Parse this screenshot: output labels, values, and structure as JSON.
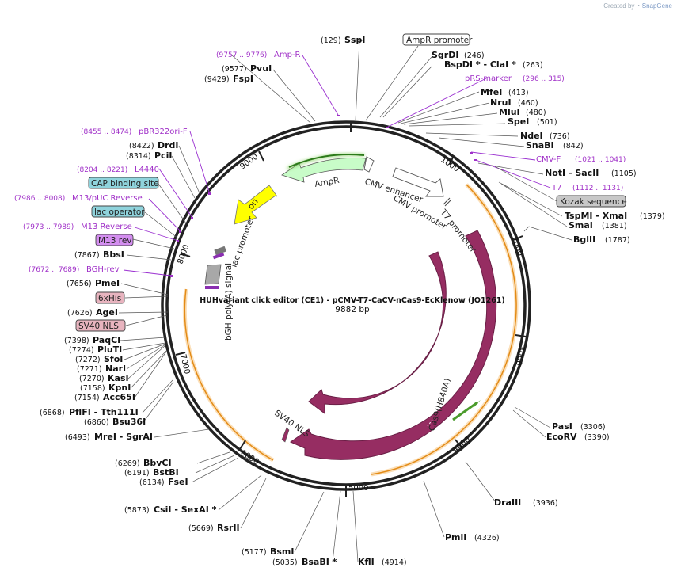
{
  "credit": {
    "prefix": "Created by",
    "brand": "SnapGene"
  },
  "plasmid": {
    "name": "HUHvariant click editor (CE1) - pCMV-T7-CaCV-nCas9-EcKlenow (JO1261)",
    "size_label": "9882 bp"
  },
  "ticks": [
    "1000",
    "2000",
    "3000",
    "4000",
    "5000",
    "6000",
    "7000",
    "8000",
    "9000"
  ],
  "enzymes": [
    {
      "name": "SspI",
      "pos": "(129)"
    },
    {
      "name": "SgrDI",
      "pos": "(246)"
    },
    {
      "name": "BspDI * - ClaI *",
      "pos": "(263)"
    },
    {
      "name": "MfeI",
      "pos": "(413)"
    },
    {
      "name": "NruI",
      "pos": "(460)"
    },
    {
      "name": "MluI",
      "pos": "(480)"
    },
    {
      "name": "SpeI",
      "pos": "(501)"
    },
    {
      "name": "NdeI",
      "pos": "(736)"
    },
    {
      "name": "SnaBI",
      "pos": "(842)"
    },
    {
      "name": "NotI - SacII",
      "pos": "(1105)"
    },
    {
      "name": "TspMI - XmaI",
      "pos": "(1379)"
    },
    {
      "name": "SmaI",
      "pos": "(1381)"
    },
    {
      "name": "BglII",
      "pos": "(1787)"
    },
    {
      "name": "PasI",
      "pos": "(3306)"
    },
    {
      "name": "EcoRV",
      "pos": "(3390)"
    },
    {
      "name": "DraIII",
      "pos": "(3936)"
    },
    {
      "name": "PmlI",
      "pos": "(4326)"
    },
    {
      "name": "KflI",
      "pos": "(4914)"
    },
    {
      "name": "BsaBI *",
      "pos": "(5035)"
    },
    {
      "name": "BsmI",
      "pos": "(5177)"
    },
    {
      "name": "RsrII",
      "pos": "(5669)"
    },
    {
      "name": "CsiI - SexAI *",
      "pos": "(5873)"
    },
    {
      "name": "FseI",
      "pos": "(6134)"
    },
    {
      "name": "BstBI",
      "pos": "(6191)"
    },
    {
      "name": "BbvCI",
      "pos": "(6269)"
    },
    {
      "name": "MreI - SgrAI",
      "pos": "(6493)"
    },
    {
      "name": "Bsu36I",
      "pos": "(6860)"
    },
    {
      "name": "PflFI - Tth111I",
      "pos": "(6868)"
    },
    {
      "name": "Acc65I",
      "pos": "(7154)"
    },
    {
      "name": "KpnI",
      "pos": "(7158)"
    },
    {
      "name": "KasI",
      "pos": "(7270)"
    },
    {
      "name": "NarI",
      "pos": "(7271)"
    },
    {
      "name": "SfoI",
      "pos": "(7272)"
    },
    {
      "name": "PluTI",
      "pos": "(7274)"
    },
    {
      "name": "PaqCI",
      "pos": "(7398)"
    },
    {
      "name": "AgeI",
      "pos": "(7626)"
    },
    {
      "name": "PmeI",
      "pos": "(7656)"
    },
    {
      "name": "BbsI",
      "pos": "(7867)"
    },
    {
      "name": "PciI",
      "pos": "(8314)"
    },
    {
      "name": "DrdI",
      "pos": "(8422)"
    },
    {
      "name": "FspI",
      "pos": "(9429)"
    },
    {
      "name": "PvuI",
      "pos": "(9577)"
    }
  ],
  "primers": [
    {
      "name": "Amp-R",
      "pos": "(9757 .. 9776)"
    },
    {
      "name": "pRS-marker",
      "pos": "(296 .. 315)"
    },
    {
      "name": "CMV-F",
      "pos": "(1021 .. 1041)"
    },
    {
      "name": "T7",
      "pos": "(1112 .. 1131)"
    },
    {
      "name": "pBR322ori-F",
      "pos": "(8455 .. 8474)"
    },
    {
      "name": "L4440",
      "pos": "(8204 .. 8221)"
    },
    {
      "name": "M13/pUC Reverse",
      "pos": "(7986 .. 8008)"
    },
    {
      "name": "M13 Reverse",
      "pos": "(7973 .. 7989)"
    },
    {
      "name": "BGH-rev",
      "pos": "(7672 .. 7689)"
    }
  ],
  "boxed_features": [
    {
      "name": "AmpR promoter",
      "color": "#ffffff"
    },
    {
      "name": "Kozak sequence",
      "color": "#c8c8c8"
    },
    {
      "name": "CAP binding site",
      "color": "#8fd3dc"
    },
    {
      "name": "lac operator",
      "color": "#8fd3dc"
    },
    {
      "name": "M13 rev",
      "color": "#d48ef0"
    },
    {
      "name": "6xHis",
      "color": "#e8b4bf"
    },
    {
      "name": "SV40 NLS",
      "color": "#e8b4bf"
    }
  ],
  "map_features": {
    "ampr": "AmpR",
    "ori": "ori",
    "cmv_enhancer": "CMV enhancer",
    "cmv_promoter": "CMV promoter",
    "t7_promoter": "T7 promoter",
    "lac_promoter": "lac promoter",
    "bgh": "bGH poly(A) signal",
    "cas9": "Cas9",
    "cas9_h840a": "Cas9(H840A)",
    "sv40_nls": "SV40 NLS"
  },
  "colors": {
    "cas9": "#962d62",
    "ampr": "#c8fcc8",
    "ori": "#ffff00",
    "backbone_glow": "#f4a235",
    "primer": "#a030c8"
  }
}
